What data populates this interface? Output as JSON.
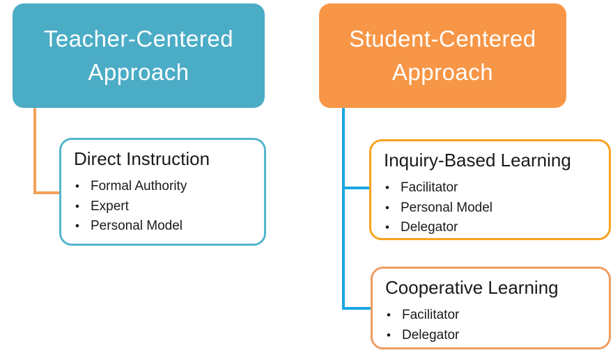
{
  "glyphs": {
    "bullet": "•"
  },
  "colors": {
    "teacher_fill": "#4BACC6",
    "student_fill": "#F79646",
    "direct_border": "#53B5CB",
    "inquiry_border": "#F9A11D",
    "cooperative_border": "#EF9D5F",
    "teacher_connector": "#F2A159",
    "student_connector": "#1AA7E3",
    "card_text": "#1a1a1a",
    "parent_text": "#ffffff"
  },
  "parents": [
    {
      "id": "teacher-centered",
      "title_lines": [
        "Teacher-Centered",
        "Approach"
      ]
    },
    {
      "id": "student-centered",
      "title_lines": [
        "Student-Centered",
        "Approach"
      ]
    }
  ],
  "cards": [
    {
      "id": "direct-instruction",
      "title": "Direct Instruction",
      "bullets": [
        "Formal Authority",
        "Expert",
        "Personal Model"
      ]
    },
    {
      "id": "inquiry-based-learning",
      "title": "Inquiry-Based Learning",
      "bullets": [
        "Facilitator",
        "Personal Model",
        "Delegator"
      ]
    },
    {
      "id": "cooperative-learning",
      "title": "Cooperative Learning",
      "bullets": [
        "Facilitator",
        "Delegator"
      ]
    }
  ]
}
